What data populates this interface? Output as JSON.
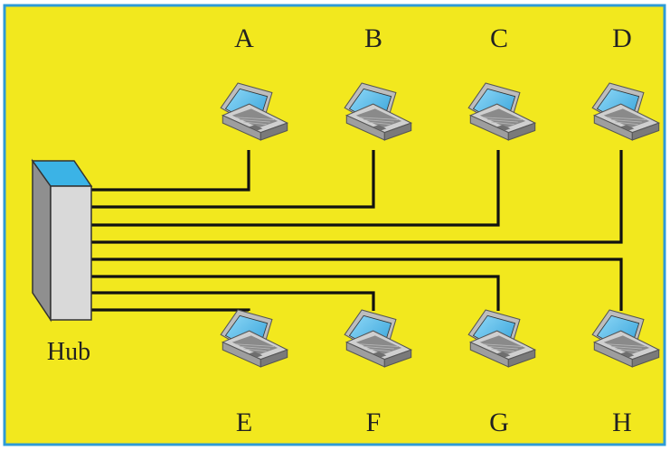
{
  "diagram": {
    "hub": {
      "label": "Hub",
      "colors": {
        "top": "#3bb3e6",
        "front": "#d9d9d9",
        "side": "#8f8f8f"
      }
    },
    "nodes_top": [
      {
        "id": "A",
        "label": "A",
        "device": "laptop-icon"
      },
      {
        "id": "B",
        "label": "B",
        "device": "laptop-icon"
      },
      {
        "id": "C",
        "label": "C",
        "device": "laptop-icon"
      },
      {
        "id": "D",
        "label": "D",
        "device": "laptop-icon"
      }
    ],
    "nodes_bottom": [
      {
        "id": "E",
        "label": "E",
        "device": "laptop-icon"
      },
      {
        "id": "F",
        "label": "F",
        "device": "laptop-icon"
      },
      {
        "id": "G",
        "label": "G",
        "device": "laptop-icon"
      },
      {
        "id": "H",
        "label": "H",
        "device": "laptop-icon"
      }
    ],
    "colors": {
      "background": "#f2e81e",
      "frame": "#2f9bd6",
      "cable": "#111111",
      "laptop_screen": "#5fc4f0"
    }
  }
}
